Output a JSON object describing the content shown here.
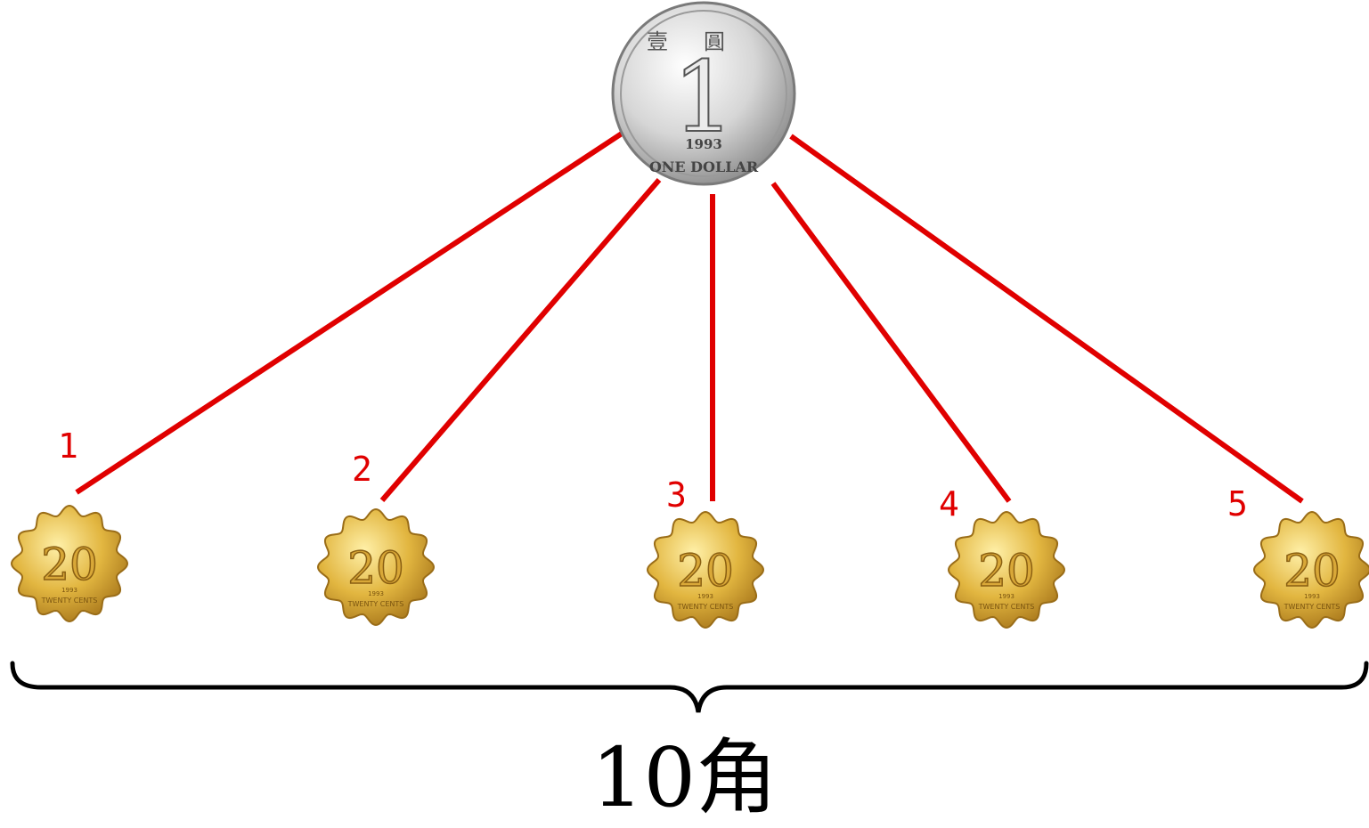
{
  "diagram": {
    "one_dollar_coin": {
      "numeral": "1",
      "year": "1993",
      "inscription": "ONE DOLLAR",
      "chinese_top": "壹圓"
    },
    "small_coins": [
      {
        "count_label": "1",
        "numeral": "20",
        "year": "1993",
        "inscription": "TWENTY CENTS"
      },
      {
        "count_label": "2",
        "numeral": "20",
        "year": "1993",
        "inscription": "TWENTY CENTS"
      },
      {
        "count_label": "3",
        "numeral": "20",
        "year": "1993",
        "inscription": "TWENTY CENTS"
      },
      {
        "count_label": "4",
        "numeral": "20",
        "year": "1993",
        "inscription": "TWENTY CENTS"
      },
      {
        "count_label": "5",
        "numeral": "20",
        "year": "1993",
        "inscription": "TWENTY CENTS"
      }
    ],
    "total_label": "10角",
    "colors": {
      "connector": "#e00000",
      "label": "#e00000",
      "silver": "#cfcfcf",
      "gold": "#e2b640",
      "brace": "#000000"
    }
  }
}
